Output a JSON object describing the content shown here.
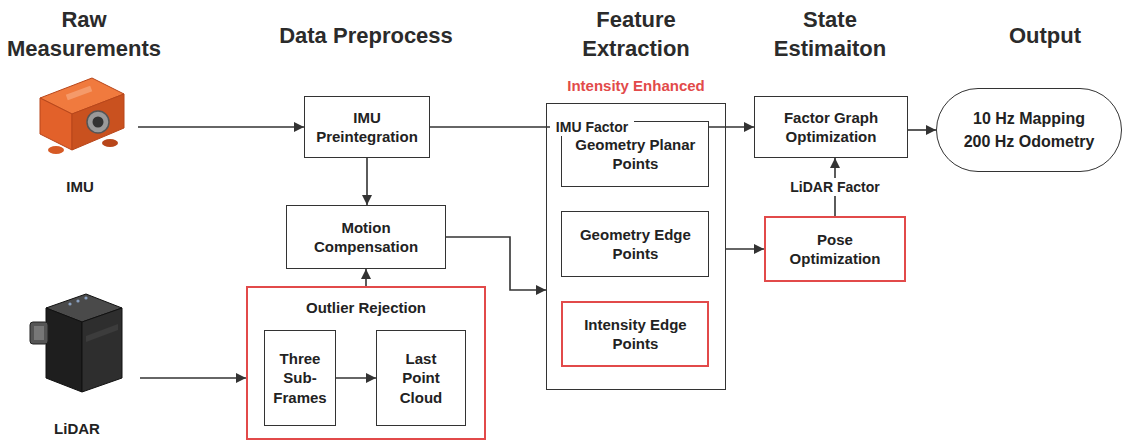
{
  "diagram": {
    "nodes": [
      {
        "text": [
          "IMU"
        ]
      },
      {
        "text": [
          "IMU Preintegration"
        ]
      },
      {
        "text": [
          "Factor Graph Optimization"
        ]
      },
      {
        "text": [
          "10 Hz Mapping",
          "200 Hz Odometry"
        ]
      },
      {
        "text": [
          "Motion Compensation"
        ]
      },
      {
        "text": [
          "Intensity Enhanced"
        ]
      },
      {
        "text": [
          "Geometry Planar Points"
        ],
        "in": 5
      },
      {
        "text": [
          "Geometry Edge Points"
        ],
        "in": 5
      },
      {
        "text": [
          "Intensity Edge Points"
        ],
        "in": 5
      },
      {
        "text": [
          "Pose Optimization"
        ]
      },
      {
        "text": [
          "LiDAR"
        ]
      },
      {
        "text": [
          "Outlier Rejection"
        ]
      },
      {
        "text": [
          "Three Sub-Frames"
        ],
        "in": 11
      },
      {
        "text": [
          "Last Point Cloud"
        ],
        "in": 11
      }
    ],
    "edges": [
      {
        "from": 0,
        "to": 1,
        "arrow": "to"
      },
      {
        "from": 1,
        "to": 2,
        "label": "IMU Factor",
        "arrow": "to"
      },
      {
        "from": 2,
        "to": 3,
        "arrow": "to"
      },
      {
        "from": 1,
        "to": 4,
        "arrow": "to"
      },
      {
        "from": 11,
        "to": 4,
        "arrow": "to"
      },
      {
        "from": 4,
        "to": 5,
        "arrow": "to"
      },
      {
        "from": 5,
        "to": 9,
        "arrow": "to"
      },
      {
        "from": 9,
        "to": 2,
        "label": "LiDAR Factor",
        "arrow": "to"
      },
      {
        "from": 10,
        "to": 11,
        "arrow": "to"
      },
      {
        "from": 12,
        "to": 13,
        "arrow": "to"
      }
    ],
    "labels": [
      "Raw Measurements",
      "Data Preprocess",
      "Feature Extraction",
      "State Estimaiton",
      "Output"
    ]
  }
}
